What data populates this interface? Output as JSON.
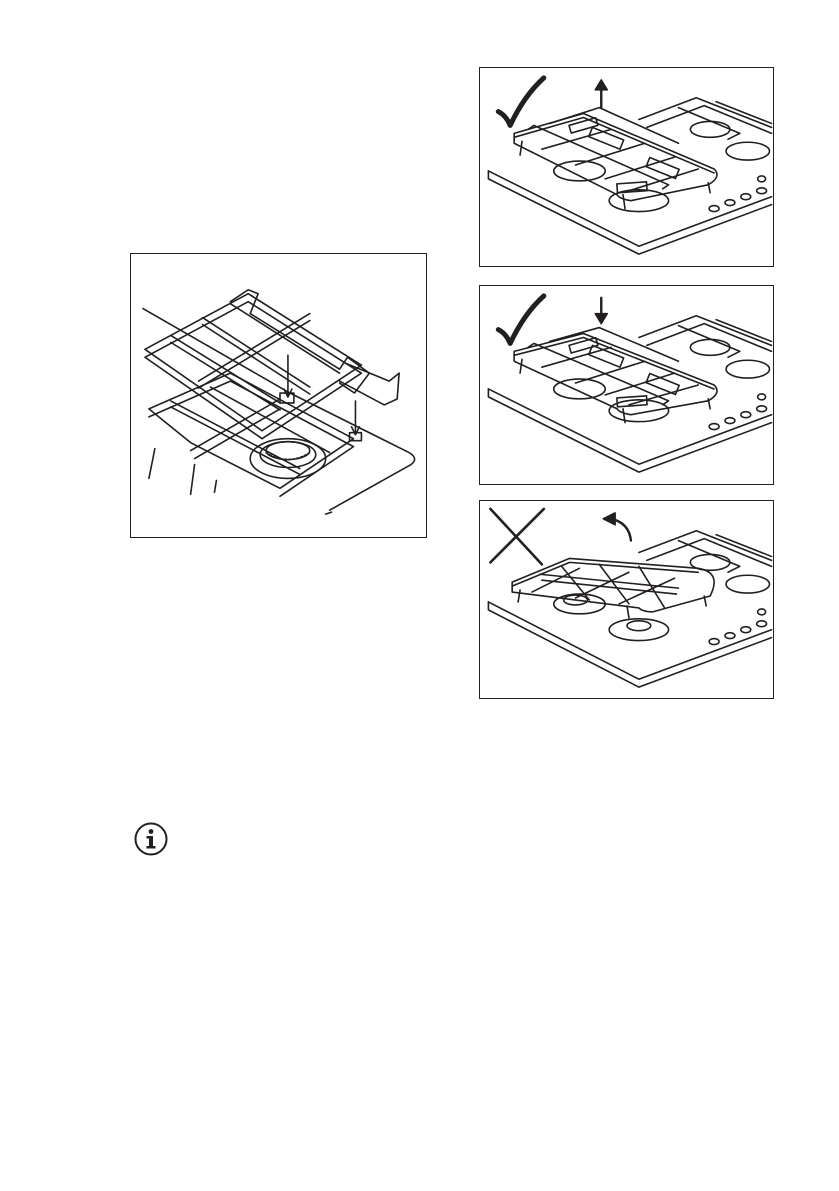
{
  "page": {
    "background": "#ffffff",
    "line_color": "#231f20"
  },
  "figures": {
    "left": {
      "icon": "pan-support-clips-illustration"
    },
    "right": [
      {
        "verdict": "correct",
        "verdict_icon": "checkmark-icon",
        "action_icon": "arrow-up-icon"
      },
      {
        "verdict": "correct",
        "verdict_icon": "checkmark-icon",
        "action_icon": "arrow-down-icon"
      },
      {
        "verdict": "incorrect",
        "verdict_icon": "cross-icon",
        "action_icon": "curved-arrow-icon"
      }
    ]
  },
  "note": {
    "icon": "info-icon"
  }
}
